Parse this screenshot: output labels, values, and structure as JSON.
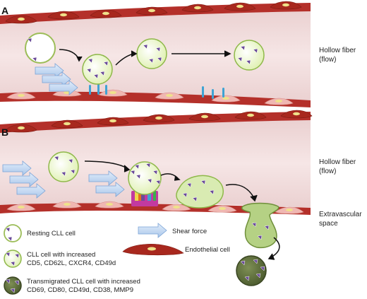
{
  "panels": {
    "a": {
      "letter": "A",
      "vessel_label": "Hollow fiber\n(flow)"
    },
    "b": {
      "letter": "B",
      "vessel_label": "Hollow fiber\n(flow)",
      "extravascular_label": "Extravascular\nspace"
    }
  },
  "legend": {
    "resting": "Resting CLL cell",
    "increased": "CLL cell with increased\nCD5, CD62L, CXCR4, CD49d",
    "transmigrated": "Transmigrated CLL cell with increased\nCD69, CD80, CD49d, CD38, MMP9",
    "shear": "Shear force",
    "endothelial": "Endothelial cell"
  },
  "colors": {
    "lumen": "#f1dcdc",
    "vessel_wall": "#a8281e",
    "cell_fill": "#e9f6c6",
    "cell_border": "#8fb84a",
    "transmigrated_fill": "#5f6f3e",
    "marker": "#6b4c9a",
    "arrow_fill": "#c7dbf3",
    "arrow_border": "#7aa3d6",
    "adhesion_blue": "#3ea3d3",
    "nucleus": "#efe28a"
  }
}
